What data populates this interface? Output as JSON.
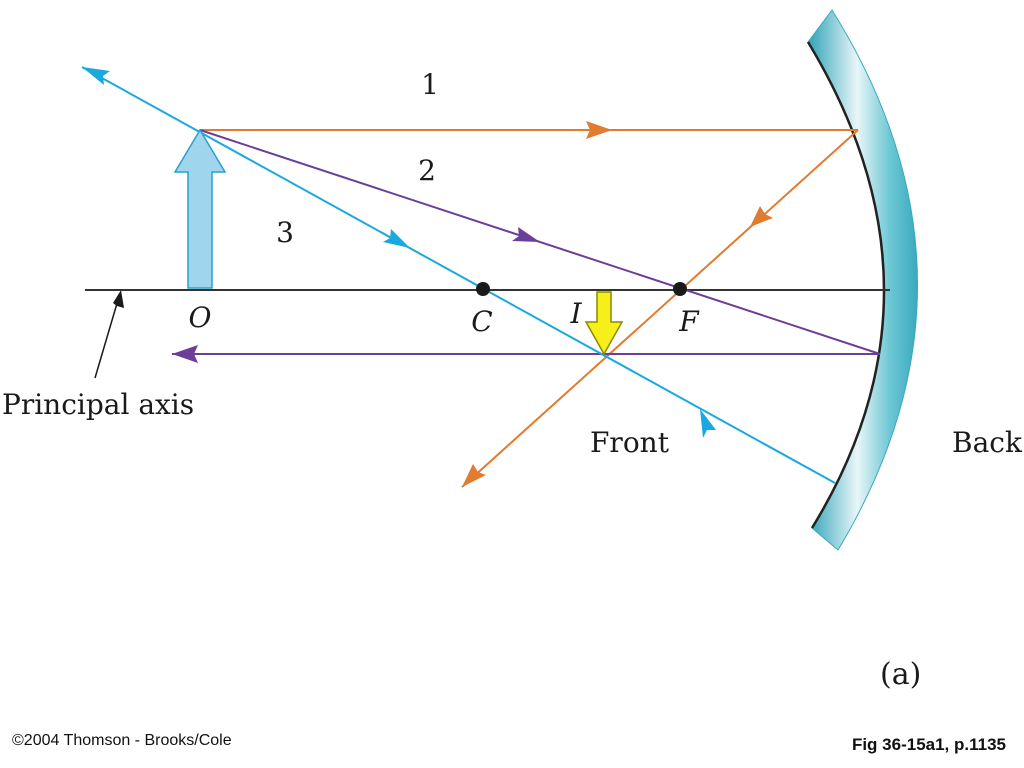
{
  "figure": {
    "ray_labels": [
      "1",
      "2",
      "3"
    ],
    "point_labels": {
      "object": "O",
      "center": "C",
      "image": "I",
      "focus": "F"
    },
    "axis_label": "Principal axis",
    "side_labels": {
      "front": "Front",
      "back": "Back"
    },
    "panel_label": "(a)"
  },
  "footer": {
    "copyright": "©2004 Thomson - Brooks/Cole",
    "figure_ref": "Fig 36-15a1, p.1135"
  },
  "colors": {
    "ray1": "#e07b30",
    "ray2": "#6b3f98",
    "ray3": "#1aa8e0",
    "object_arrow": "#9fd6ee",
    "image_arrow": "#f7ef1a",
    "mirror": "#4db8c8",
    "axis": "#333333"
  }
}
